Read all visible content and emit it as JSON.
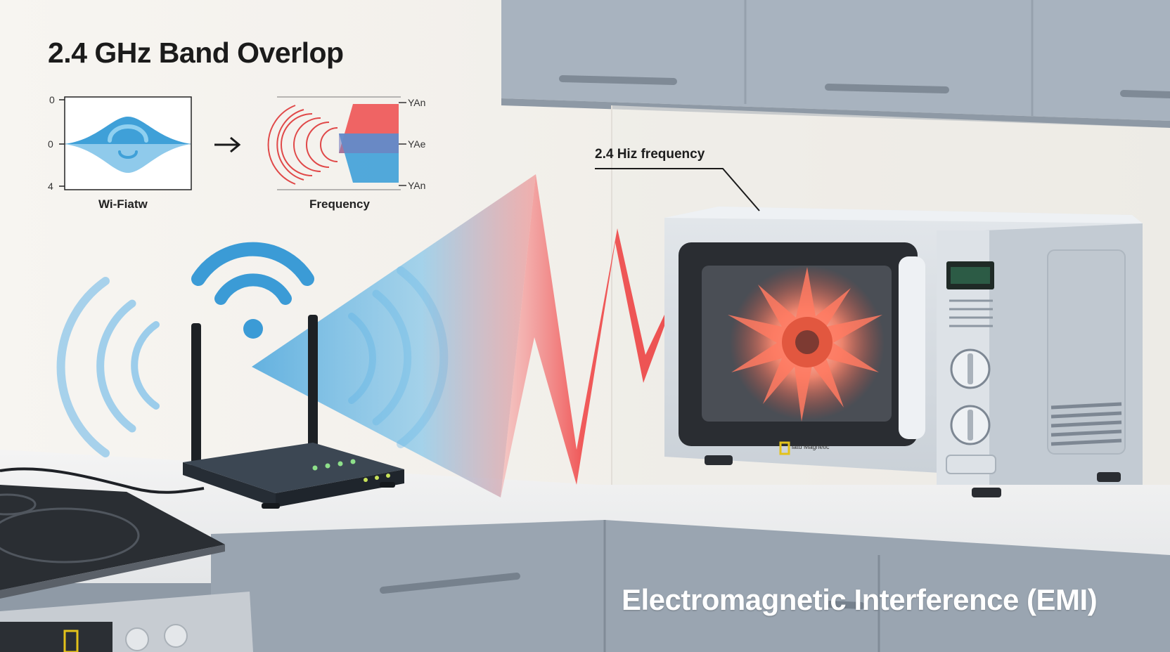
{
  "title": "2.4 GHz Band Overlop",
  "wifi_chart": {
    "tick_labels": [
      "0",
      "0",
      "4"
    ],
    "caption": "Wi-Fiatw"
  },
  "frequency_chart": {
    "right_labels": [
      "YAn",
      "YAe",
      "YAn"
    ],
    "caption": "Frequency"
  },
  "callout_label": "2.4 Hiz frequency",
  "microwave_badge": "latu Magnetic",
  "emi_label": "Electromagnetic Interference (EMI)",
  "colors": {
    "wifi_blue": "#3fa0d8",
    "interference_red": "#f05a5a",
    "cabinet_gray": "#a9b4c0",
    "appliance_silver": "#d7dde3"
  },
  "icons": [
    "wifi-icon",
    "router-icon",
    "microwave-icon",
    "cooktop-icon",
    "burst-icon"
  ]
}
